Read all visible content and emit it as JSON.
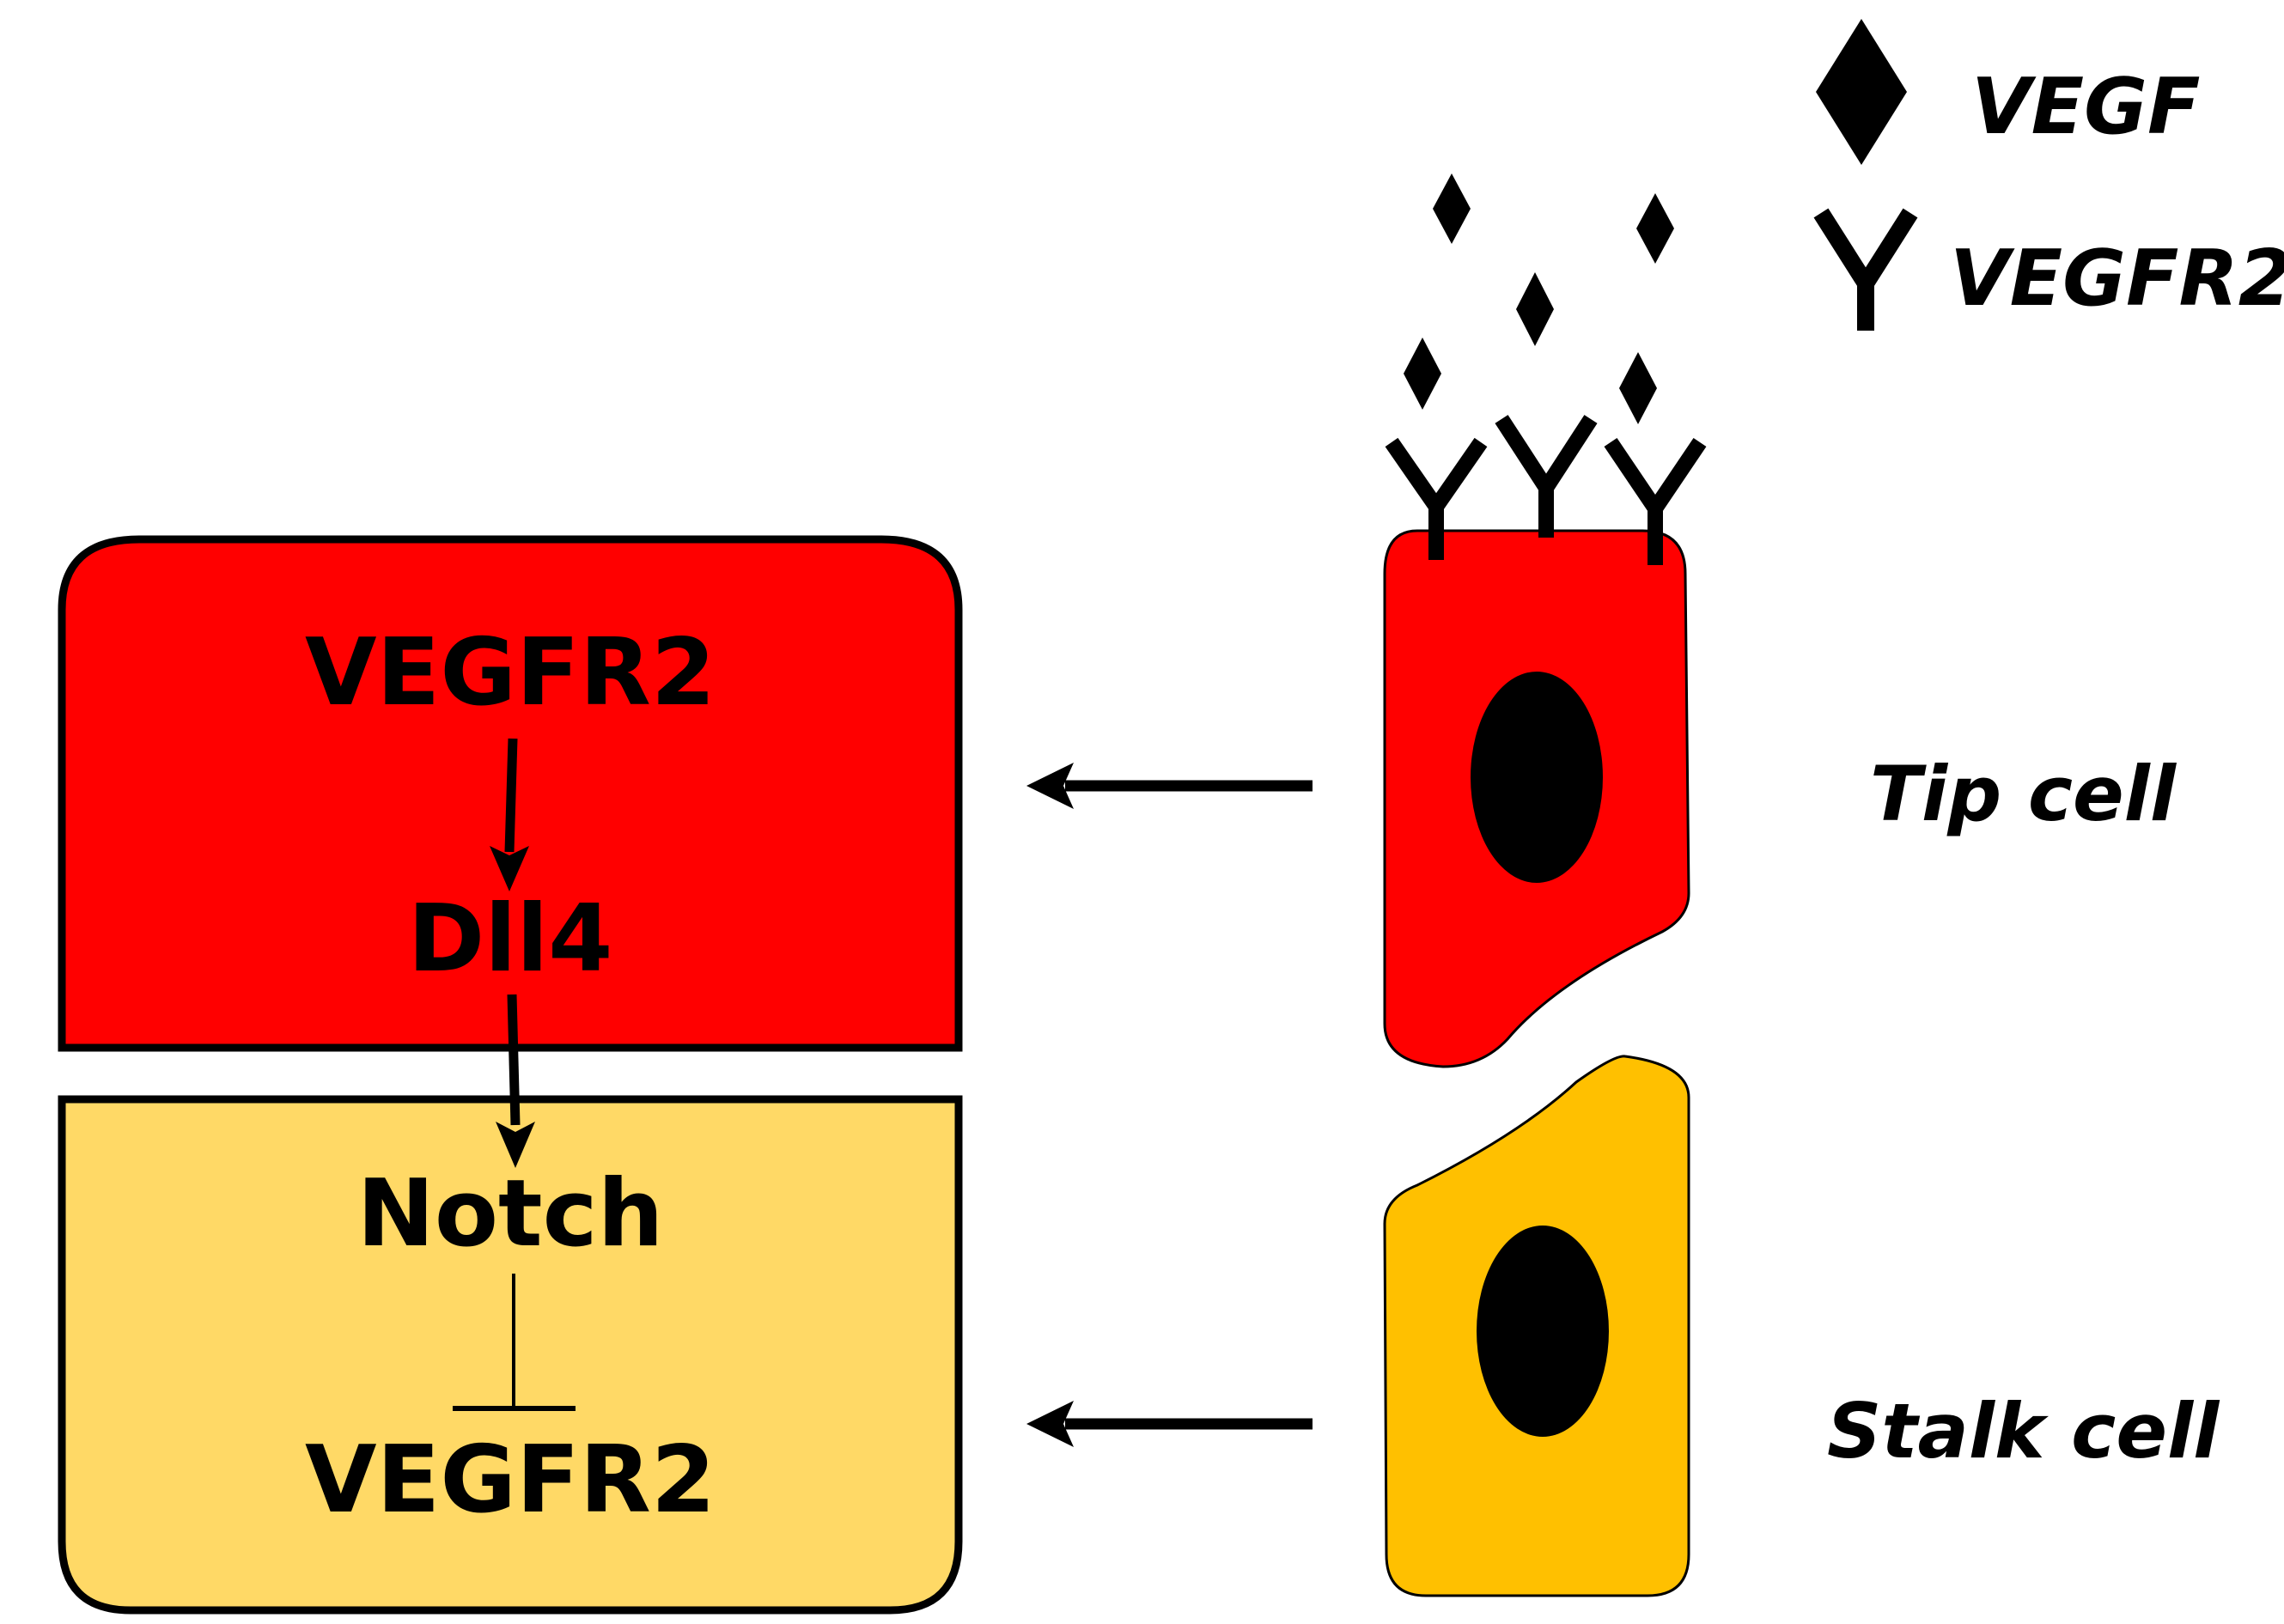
{
  "legend": {
    "ligand_label": "VEGF",
    "receptor_label": "VEGFR2"
  },
  "tip_box": {
    "top_label": "VEGFR2",
    "bottom_label": "Dll4"
  },
  "stalk_box": {
    "top_label": "Notch",
    "bottom_label": "VEGFR2"
  },
  "cells": {
    "tip_label": "Tip cell",
    "stalk_label": "Stalk cell"
  },
  "colors": {
    "tip_red": "#ff0000",
    "stalk_box_yellow": "#ffd966",
    "stalk_cell_orange": "#ffc000",
    "ink": "#000000"
  }
}
